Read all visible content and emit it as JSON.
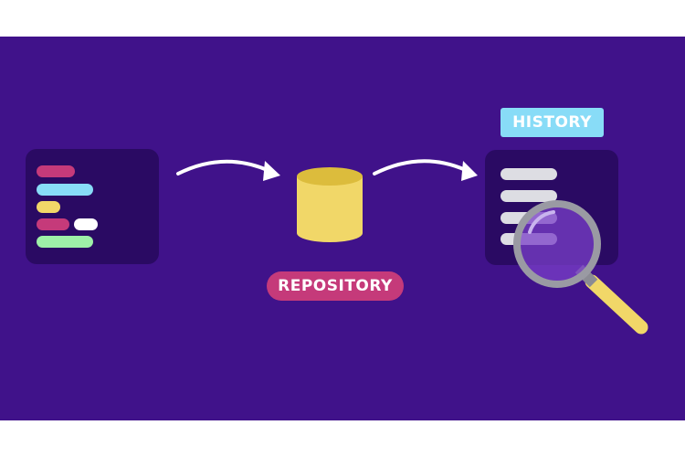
{
  "labels": {
    "repository": "REPOSITORY",
    "history": "HISTORY"
  },
  "colors": {
    "background": "#40128a",
    "panel": "#2a0a63",
    "pink": "#c53a7a",
    "light_blue": "#88dcf7",
    "yellow": "#f1d768",
    "white": "#ffffff",
    "green": "#9ef0a8",
    "gray": "#dddde3"
  },
  "code_bars": [
    "pink",
    "light_blue",
    "yellow",
    "pink",
    "white",
    "green"
  ],
  "history_bars": [
    "gray",
    "gray",
    "gray",
    "gray"
  ],
  "icons": {
    "code": "code-lines-icon",
    "database": "database-cylinder-icon",
    "magnifier": "magnifying-glass-icon",
    "arrow": "curved-arrow-icon"
  }
}
